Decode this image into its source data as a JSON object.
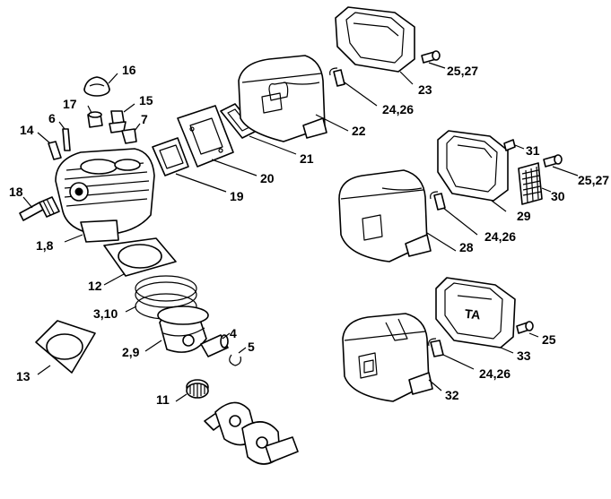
{
  "labels": {
    "l16": "16",
    "l15": "15",
    "l17": "17",
    "l7": "7",
    "l6": "6",
    "l14": "14",
    "l18": "18",
    "l1_8": "1,8",
    "l12": "12",
    "l3_10": "3,10",
    "l4": "4",
    "l5": "5",
    "l2_9": "2,9",
    "l11": "11",
    "l13": "13",
    "l19": "19",
    "l20": "20",
    "l21": "21",
    "l22": "22",
    "l24_26a": "24,26",
    "l23": "23",
    "l25_27a": "25,27",
    "l31": "31",
    "l25_27b": "25,27",
    "l30": "30",
    "l29": "29",
    "l24_26b": "24,26",
    "l28": "28",
    "l25": "25",
    "l33": "33",
    "l24_26c": "24,26",
    "l32": "32",
    "cover_mark": "TA"
  }
}
